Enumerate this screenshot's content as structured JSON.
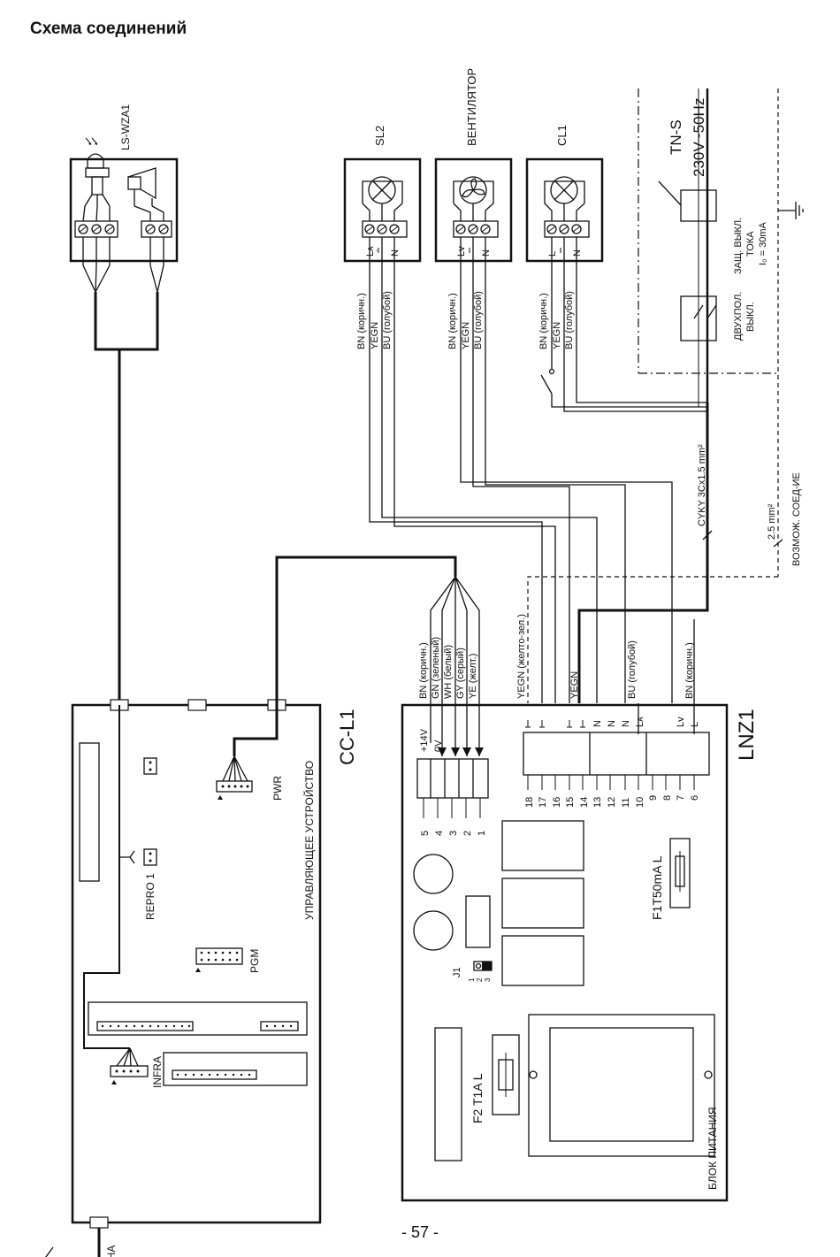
{
  "page": {
    "title": "Схема соединений",
    "page_number": "- 57 -"
  },
  "diagram": {
    "sensor": {
      "label": "LS-WZA1"
    },
    "lights": {
      "sl2": "SL2",
      "fan": "ВЕНТИЛЯТОР",
      "cl1": "CL1"
    },
    "terminal_marks": {
      "la": "Lᴀ",
      "lv": "Lᴠ",
      "l": "L",
      "n": "N"
    },
    "light_wires": [
      "BN (коричн.)",
      "YEGN",
      "BU (голубой)"
    ],
    "mains": {
      "network": "TN-S",
      "voltage": "230V~50Hz",
      "rcd_line1": "ЗАЩ. ВЫКЛ.",
      "rcd_line2": "ТОКА",
      "rcd_line3": "I₀ = 30mA",
      "switch_line1": "ДВУХПОЛ.",
      "switch_line2": "ВЫКЛ."
    },
    "cable": {
      "main": "CYKY 3Cx1.5 mm²",
      "alt_size": "2.5 mm²",
      "alt_label": "ВОЗМОЖ. СОЕД-ИЕ"
    },
    "ccl1": {
      "name": "CC-L1",
      "subtitle": "УПРАВЛЯЮЩЕЕ УСТРОЙСТВО",
      "pwr": "PWR",
      "repro": "REPRO 1",
      "pgm": "PGM",
      "infra": "INFRA",
      "antenna": "АНТЕННА"
    },
    "control_wires": [
      "BN (коричн.)",
      "GN (зеленый)",
      "WH (белый)",
      "GY (серый)",
      "YE (желт.)"
    ],
    "lnz1": {
      "name": "LNZ1",
      "psu": "БЛОК ПИТАНИЯ",
      "fuse_small": "F1T50mA L",
      "fuse_big": "F2 T1A L",
      "jumper": "J1",
      "jumper_pins": [
        "1",
        "2",
        "3"
      ],
      "low_terminal_labels": [
        "+14V",
        "0V",
        "",
        "",
        ""
      ],
      "low_terminal_numbers": [
        "5",
        "4",
        "3",
        "2",
        "1"
      ],
      "high_terminal_numbers": [
        "18",
        "17",
        "16",
        "15",
        "14",
        "13",
        "12",
        "11",
        "10",
        "9",
        "8",
        "7",
        "6"
      ],
      "wire_yegn_left": "YEGN (желто-зел.)",
      "wire_yegn": "YEGN",
      "wire_bu": "BU (голубой)",
      "wire_bn": "BN (коричн.)"
    }
  }
}
